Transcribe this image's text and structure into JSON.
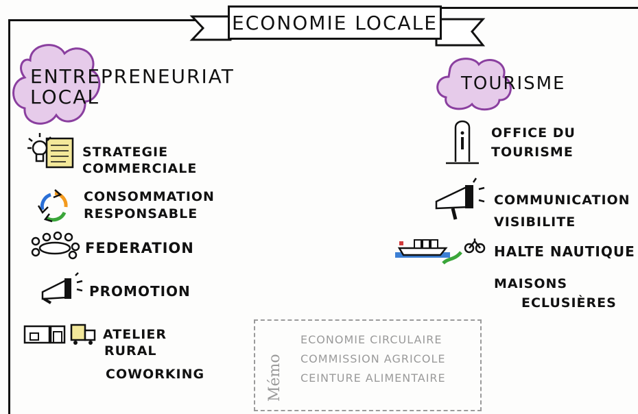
{
  "title": "ECONOMIE LOCALE",
  "left_section": {
    "heading_line1": "ENTREPRENEURIAT",
    "heading_line2": "LOCAL",
    "items": [
      {
        "line1": "STRATEGIE",
        "line2": "COMMERCIALE",
        "icon": "lightbulb-document-icon"
      },
      {
        "line1": "CONSOMMATION",
        "line2": "RESPONSABLE",
        "icon": "recycle-icon"
      },
      {
        "line1": "FEDERATION",
        "line2": "",
        "icon": "people-around-table-icon"
      },
      {
        "line1": "PROMOTION",
        "line2": "",
        "icon": "megaphone-icon"
      },
      {
        "line1": "ATELIER",
        "line2": "RURAL",
        "icon": "workshop-building-icon"
      },
      {
        "line1": "COWORKING",
        "line2": "",
        "icon": ""
      }
    ]
  },
  "right_section": {
    "heading": "TOURISME",
    "items": [
      {
        "line1": "OFFICE DU",
        "line2": "TOURISME",
        "icon": "info-kiosk-icon"
      },
      {
        "line1": "COMMUNICATION",
        "line2": "VISIBILITE",
        "icon": "megaphone-icon"
      },
      {
        "line1": "HALTE NAUTIQUE",
        "line2": "",
        "icon": "boat-bicycle-icon"
      },
      {
        "line1": "MAISONS",
        "line2": "ECLUSIÈRES",
        "icon": ""
      }
    ]
  },
  "memo": {
    "tag": "Mémo",
    "lines": [
      "ECONOMIE CIRCULAIRE",
      "COMMISSION AGRICOLE",
      "CEINTURE ALIMENTAIRE"
    ]
  },
  "colors": {
    "ink": "#111111",
    "cloud": "#8a3f9f",
    "memo_gray": "#9a9a9a",
    "recycle_green": "#3aa63a",
    "recycle_orange": "#f39a1e",
    "recycle_blue": "#2a6fd6",
    "water_blue": "#3b7fd4",
    "doc_yellow": "#f3e89a"
  }
}
